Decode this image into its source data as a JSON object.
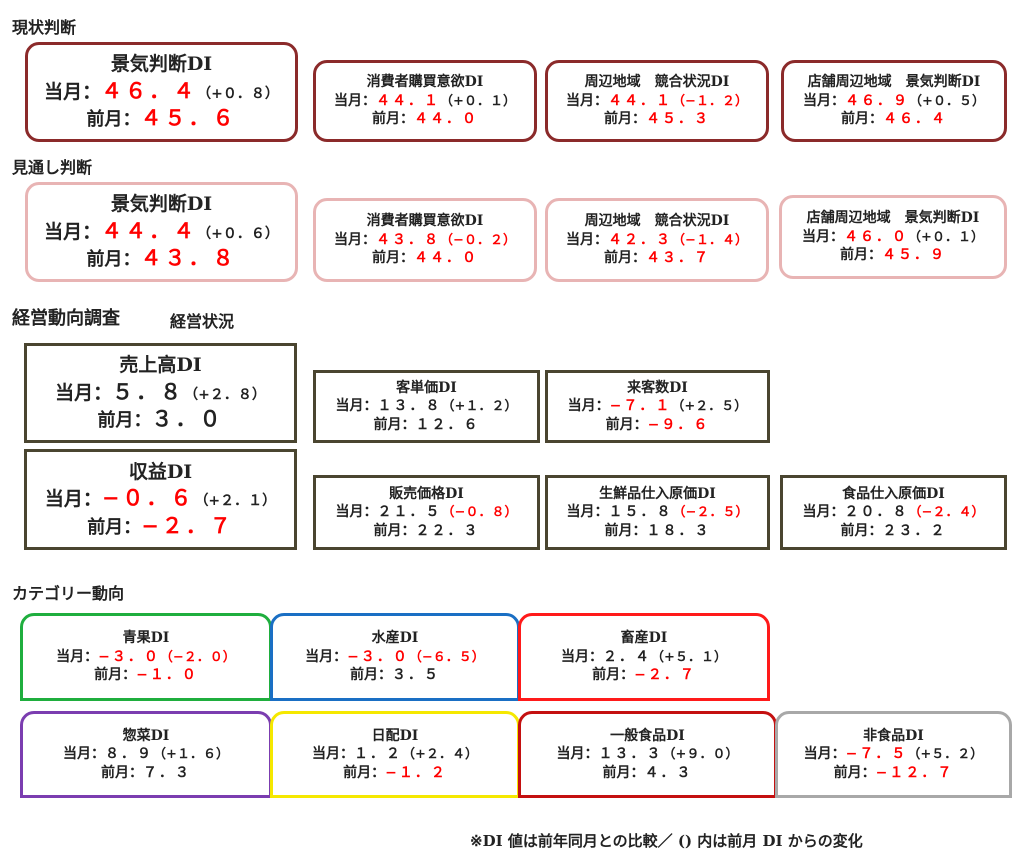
{
  "labels": {
    "current": "当月：",
    "previous": "前月："
  },
  "sections": {
    "current_judgment": "現状判断",
    "outlook_judgment": "見通し判断",
    "management_survey": "経営動向調査",
    "management_status": "経営状況",
    "category_trend": "カテゴリー動向"
  },
  "footnote": "※DI 値は前年同月との比較／ () 内は前月 DI からの変化",
  "colors": {
    "red": "#ff0000",
    "current_border": "#8b2a2a",
    "outlook_border": "#e8b4b4",
    "survey_border": "#4a4530"
  },
  "boxes": [
    {
      "id": "cur-main",
      "title": "景気判断DI",
      "current": "４６．４",
      "current_red": true,
      "change": "（+０．８）",
      "change_red": false,
      "previous": "４５．６",
      "previous_red": true
    },
    {
      "id": "cur-consumer",
      "title": "消費者購買意欲DI",
      "current": "４４．１",
      "current_red": true,
      "change": "（+０．１）",
      "change_red": false,
      "previous": "４４．０",
      "previous_red": true
    },
    {
      "id": "cur-competition",
      "title": "周辺地域　競合状況DI",
      "current": "４４．１",
      "current_red": true,
      "change": "（−１．２）",
      "change_red": true,
      "previous": "４５．３",
      "previous_red": true
    },
    {
      "id": "cur-local",
      "title": "店舗周辺地域　景気判断DI",
      "current": "４６．９",
      "current_red": true,
      "change": "（+０．５）",
      "change_red": false,
      "previous": "４６．４",
      "previous_red": true
    },
    {
      "id": "out-main",
      "title": "景気判断DI",
      "current": "４４．４",
      "current_red": true,
      "change": "（+０．６）",
      "change_red": false,
      "previous": "４３．８",
      "previous_red": true
    },
    {
      "id": "out-consumer",
      "title": "消費者購買意欲DI",
      "current": "４３．８",
      "current_red": true,
      "change": "（−０．２）",
      "change_red": true,
      "previous": "４４．０",
      "previous_red": true
    },
    {
      "id": "out-competition",
      "title": "周辺地域　競合状況DI",
      "current": "４２．３",
      "current_red": true,
      "change": "（−１．４）",
      "change_red": true,
      "previous": "４３．７",
      "previous_red": true
    },
    {
      "id": "out-local",
      "title": "店舗周辺地域　景気判断DI",
      "current": "４６．０",
      "current_red": true,
      "change": "（+０．１）",
      "change_red": false,
      "previous": "４５．９",
      "previous_red": true
    },
    {
      "id": "sales",
      "title": "売上高DI",
      "current": "５．８",
      "current_red": false,
      "change": "（+２．８）",
      "change_red": false,
      "previous": "３．０",
      "previous_red": false
    },
    {
      "id": "unit-price",
      "title": "客単価DI",
      "current": "１３．８",
      "current_red": false,
      "change": "（+１．２）",
      "change_red": false,
      "previous": "１２．６",
      "previous_red": false
    },
    {
      "id": "visitors",
      "title": "来客数DI",
      "current": "−７．１",
      "current_red": true,
      "change": "（+２．５）",
      "change_red": false,
      "previous": "−９．６",
      "previous_red": true
    },
    {
      "id": "profit",
      "title": "収益DI",
      "current": "−０．６",
      "current_red": true,
      "change": "（+２．１）",
      "change_red": false,
      "previous": "−２．７",
      "previous_red": true
    },
    {
      "id": "sell-price",
      "title": "販売価格DI",
      "current": "２１．５",
      "current_red": false,
      "change": "（−０．８）",
      "change_red": true,
      "previous": "２２．３",
      "previous_red": false
    },
    {
      "id": "fresh-cost",
      "title": "生鮮品仕入原価DI",
      "current": "１５．８",
      "current_red": false,
      "change": "（−２．５）",
      "change_red": true,
      "previous": "１８．３",
      "previous_red": false
    },
    {
      "id": "food-cost",
      "title": "食品仕入原価DI",
      "current": "２０．８",
      "current_red": false,
      "change": "（−２．４）",
      "change_red": true,
      "previous": "２３．２",
      "previous_red": false
    },
    {
      "id": "produce",
      "title": "青果DI",
      "current": "−３．０",
      "current_red": true,
      "change": "（−２．０）",
      "change_red": true,
      "previous": "−１．０",
      "previous_red": true,
      "border": "#1fae3e"
    },
    {
      "id": "seafood",
      "title": "水産DI",
      "current": "−３．０",
      "current_red": true,
      "change": "（−６．５）",
      "change_red": true,
      "previous": "３．５",
      "previous_red": false,
      "border": "#1a6fc4"
    },
    {
      "id": "meat",
      "title": "畜産DI",
      "current": "２．４",
      "current_red": false,
      "change": "（+５．１）",
      "change_red": false,
      "previous": "−２．７",
      "previous_red": true,
      "border": "#ff1a1a"
    },
    {
      "id": "deli",
      "title": "惣菜DI",
      "current": "８．９",
      "current_red": false,
      "change": "（+１．６）",
      "change_red": false,
      "previous": "７．３",
      "previous_red": false,
      "border": "#7b3db0"
    },
    {
      "id": "daily",
      "title": "日配DI",
      "current": "１．２",
      "current_red": false,
      "change": "（+２．４）",
      "change_red": false,
      "previous": "−１．２",
      "previous_red": true,
      "border": "#f5e800"
    },
    {
      "id": "general-food",
      "title": "一般食品DI",
      "current": "１３．３",
      "current_red": false,
      "change": "（+９．０）",
      "change_red": false,
      "previous": "４．３",
      "previous_red": false,
      "border": "#c41010"
    },
    {
      "id": "non-food",
      "title": "非食品DI",
      "current": "−７．５",
      "current_red": true,
      "change": "（+５．２）",
      "change_red": false,
      "previous": "−１２．７",
      "previous_red": true,
      "border": "#a8a8a8"
    }
  ]
}
